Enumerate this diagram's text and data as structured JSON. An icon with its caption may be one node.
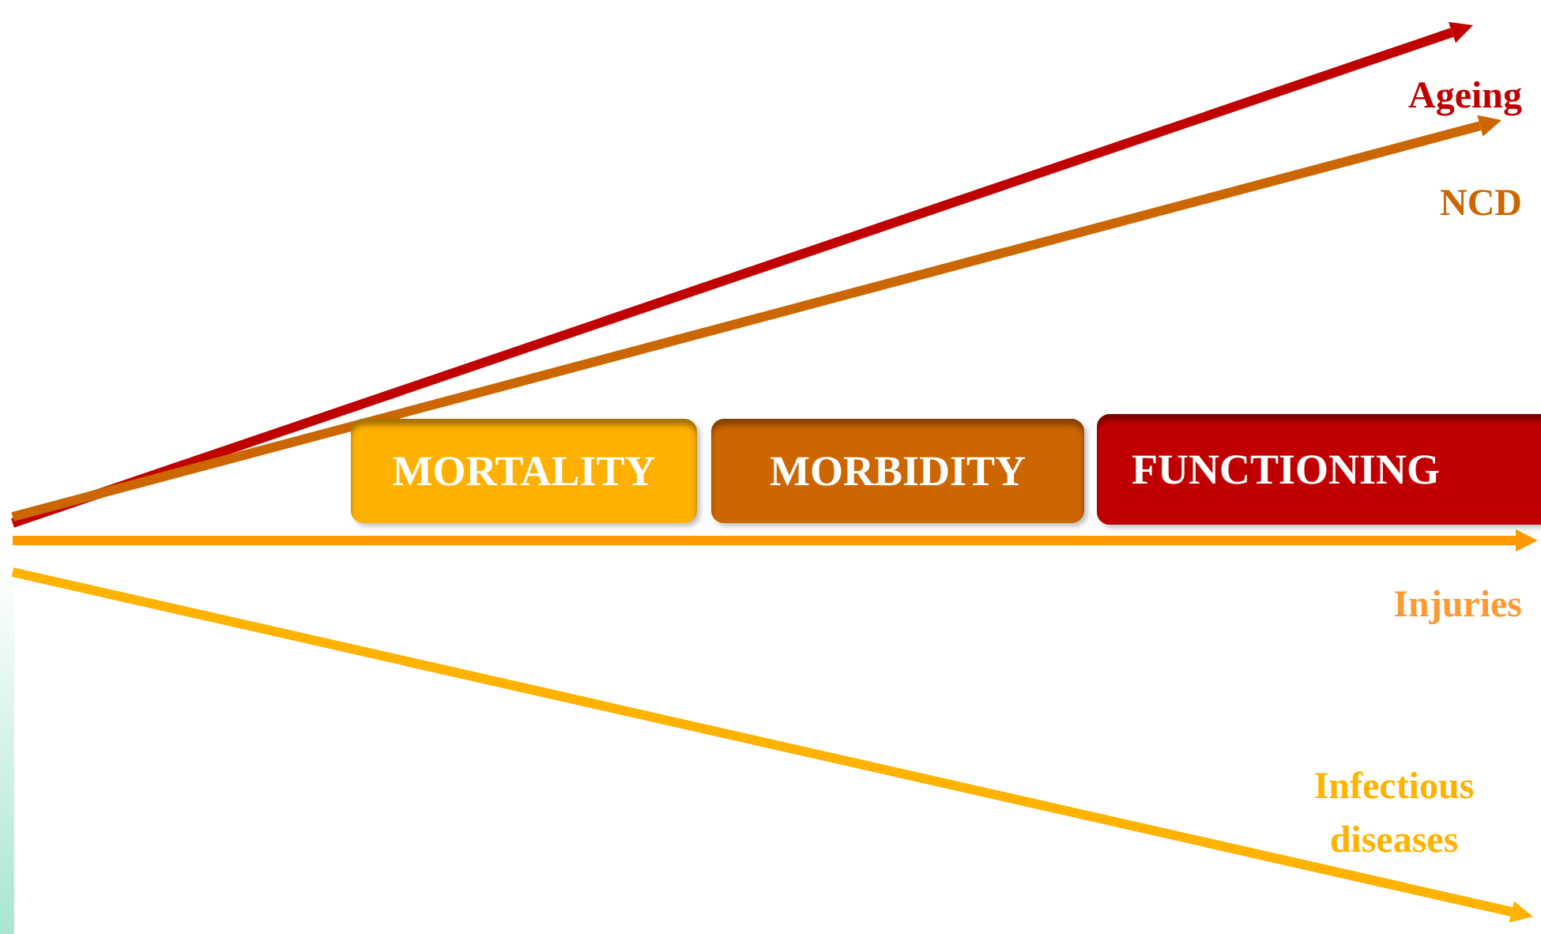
{
  "diagram": {
    "nodes": [
      {
        "text": [
          "MORTALITY"
        ]
      },
      {
        "text": [
          "MORBIDITY"
        ]
      },
      {
        "text": [
          "FUNCTIONING"
        ]
      }
    ],
    "labels": [
      "Ageing",
      "NCD",
      "Injuries",
      "Infectious diseases"
    ]
  }
}
